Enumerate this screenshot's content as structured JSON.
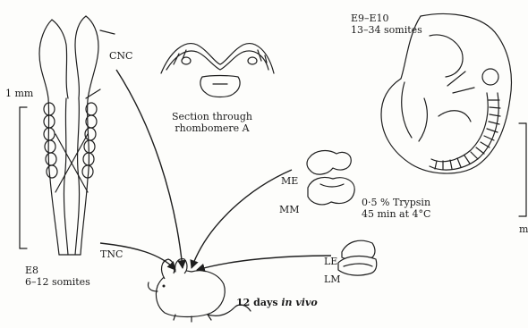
{
  "labels": {
    "cnc": "CNC",
    "section_line1": "Section through",
    "section_line2": "rhombomere A",
    "stage_e9": "E9–E10",
    "somites_e9": "13–34 somites",
    "scale_left": "1 mm",
    "scale_right": "m",
    "me": "ME",
    "mm": "MM",
    "trypsin_line1": "0·5 % Trypsin",
    "trypsin_line2": "45 min at 4°C",
    "tnc": "TNC",
    "le": "LE",
    "lm": "LM",
    "stage_e8": "E8",
    "somites_e8": "6–12 somites",
    "in_vivo_prefix": "12 days ",
    "in_vivo_emph": "in vivo"
  }
}
